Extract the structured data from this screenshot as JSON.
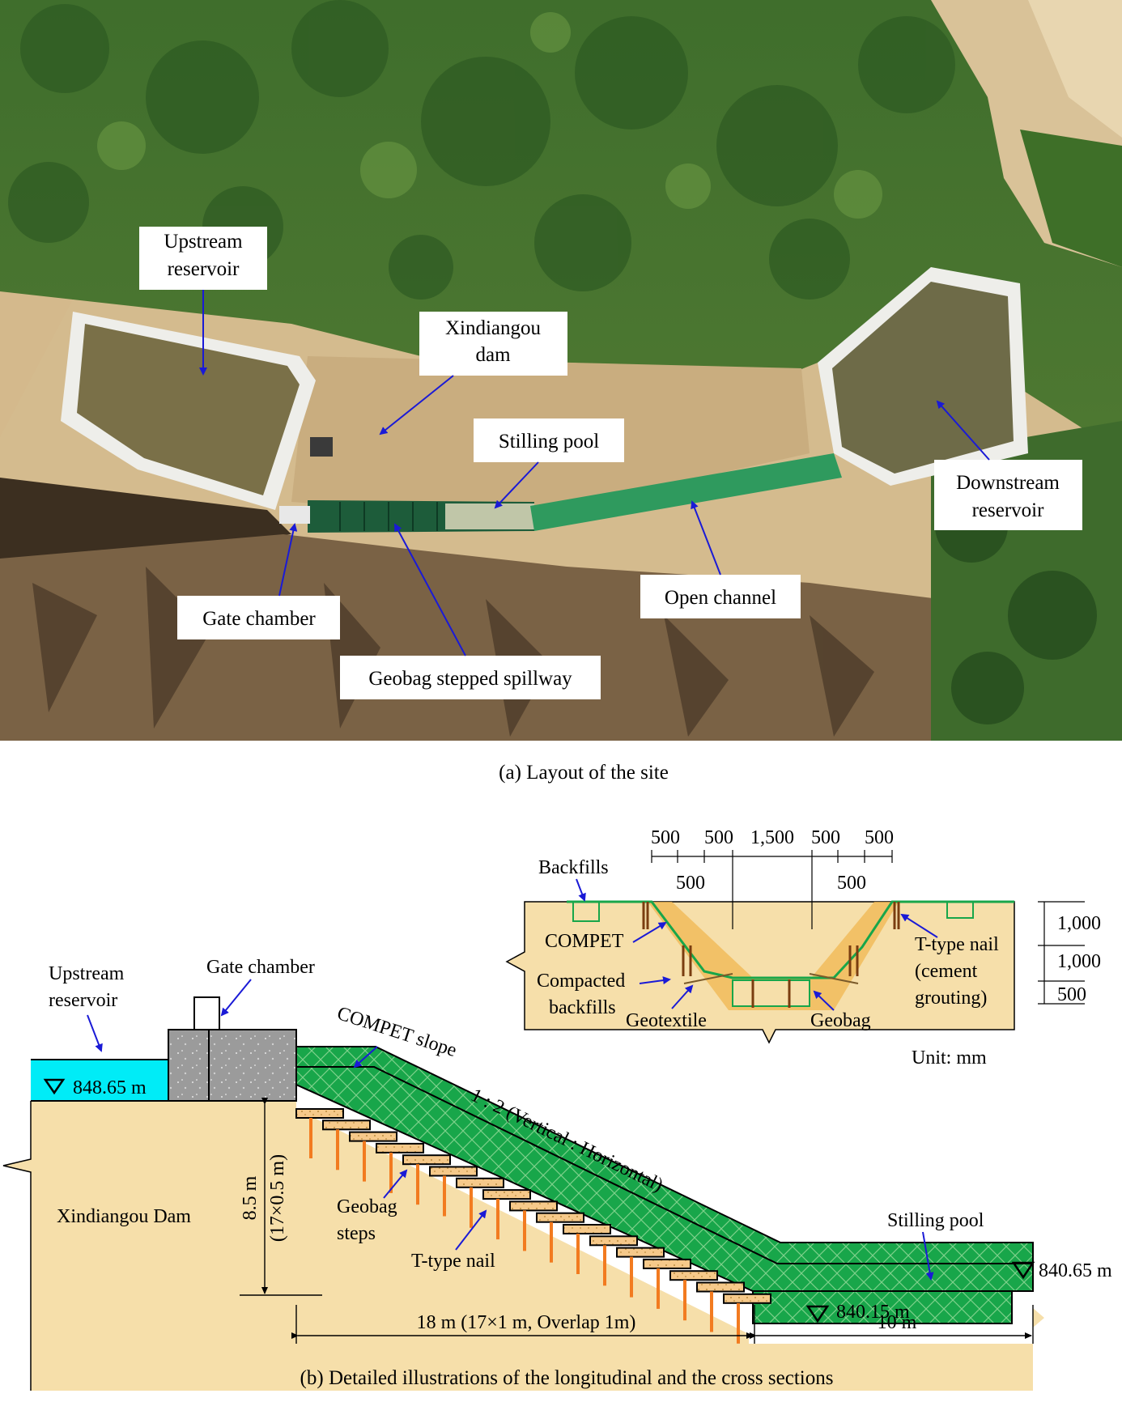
{
  "part_a": {
    "caption": "(a) Layout of the site",
    "labels": {
      "upstream_reservoir": [
        "Upstream",
        "reservoir"
      ],
      "xindiangou_dam": [
        "Xindiangou",
        "dam"
      ],
      "stilling_pool": "Stilling pool",
      "downstream_reservoir": [
        "Downstream",
        "reservoir"
      ],
      "open_channel": "Open channel",
      "gate_chamber": "Gate chamber",
      "geobag_spillway": "Geobag stepped spillway"
    }
  },
  "part_b": {
    "caption": "(b) Detailed illustrations of the longitudinal and the cross sections",
    "cross_section": {
      "top_dims": [
        "500",
        "500",
        "1,500",
        "500",
        "500"
      ],
      "lower_dims": [
        "500",
        "500"
      ],
      "right_dims": [
        "1,000",
        "1,000",
        "500"
      ],
      "backfills": "Backfills",
      "compet": "COMPET",
      "compacted_backfills": [
        "Compacted",
        "backfills"
      ],
      "geotextile": "Geotextile",
      "geobag": "Geobag",
      "t_type_nail": [
        "T-type nail",
        "(cement",
        "grouting)"
      ],
      "unit": "Unit: mm"
    },
    "longitudinal": {
      "upstream_reservoir": [
        "Upstream",
        "reservoir"
      ],
      "gate_chamber": "Gate chamber",
      "compet_slope": "COMPET slope",
      "slope_ratio": "1 : 2 (Vertical : Horizontal)",
      "upstream_level": "848.65 m",
      "dam": "Xindiangou Dam",
      "height": "8.5 m",
      "height_detail": "(17×0.5 m)",
      "geobag_steps": [
        "Geobag",
        "steps"
      ],
      "t_type_nail": "T-type nail",
      "stilling_pool": "Stilling pool",
      "pool_level": "840.15 m",
      "downstream_level": "840.65 m",
      "length_spillway": "18 m (17×1 m, Overlap 1m)",
      "length_pool": "10 m"
    }
  },
  "colors": {
    "sand": "#f6dfaa",
    "water": "#00ecf7",
    "green": "#18a64a",
    "orange": "#f27b20",
    "arrow": "#1a1ad6"
  }
}
